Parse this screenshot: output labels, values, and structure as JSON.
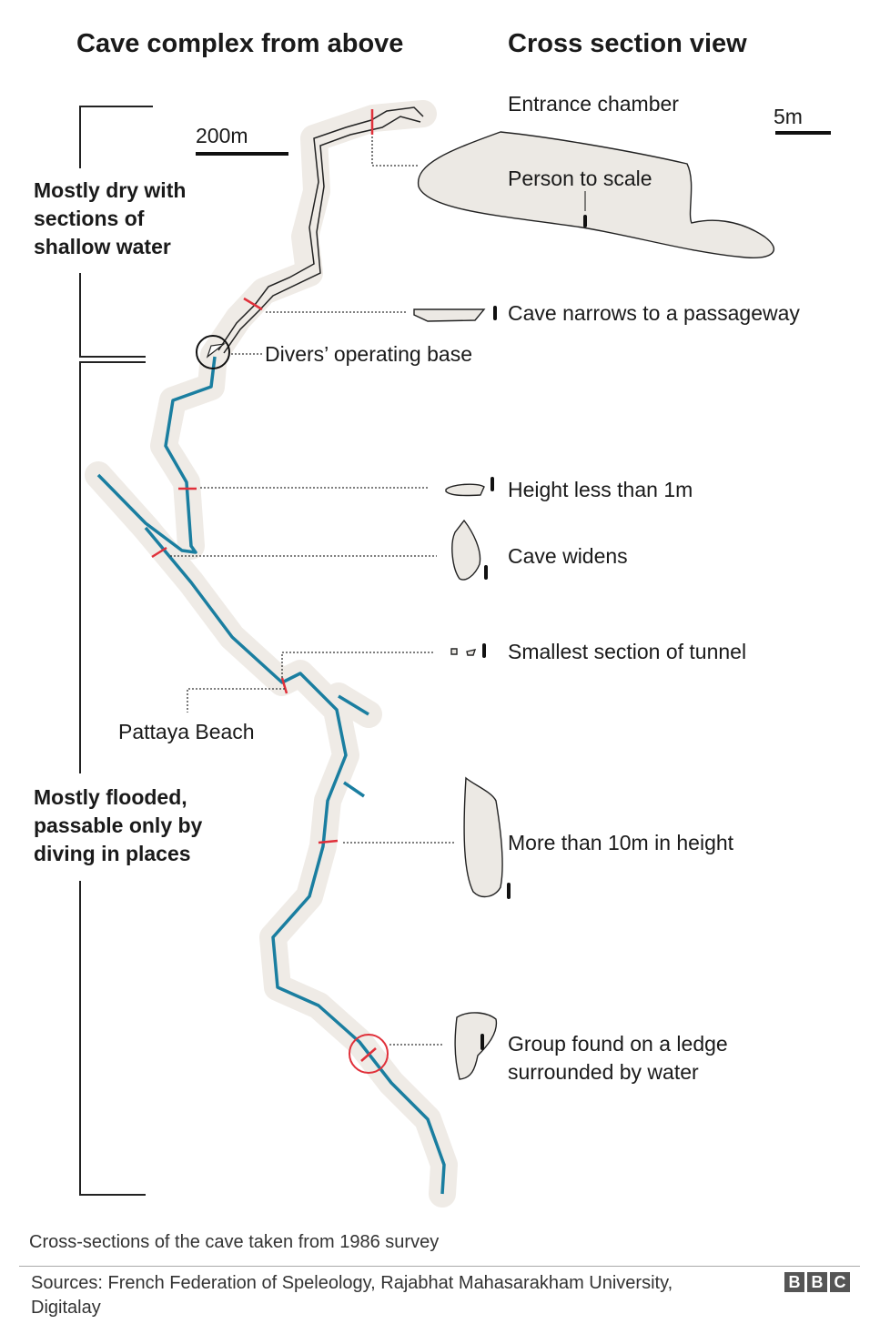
{
  "titles": {
    "left": "Cave complex from above",
    "right": "Cross section view"
  },
  "scales": {
    "map": "200m",
    "section": "5m"
  },
  "zones": {
    "dry": [
      "Mostly dry with",
      "sections of",
      "shallow water"
    ],
    "flooded": [
      "Mostly flooded,",
      "passable only by",
      "diving in places"
    ]
  },
  "labels": {
    "entrance": "Entrance chamber",
    "person": "Person to scale",
    "narrows": "Cave narrows to a passageway",
    "base": "Divers’ operating base",
    "height1m": "Height less than 1m",
    "widens": "Cave widens",
    "smallest": "Smallest section of tunnel",
    "pattaya": "Pattaya Beach",
    "tall": "More than 10m in height",
    "group": [
      "Group found on a ledge",
      "surrounded by water"
    ]
  },
  "caption": "Cross-sections of the cave taken from 1986 survey",
  "sources": [
    "Sources: French Federation of Speleology, Rajabhat Mahasarakham University,",
    "Digitalay"
  ],
  "logo": [
    "B",
    "B",
    "C"
  ],
  "colors": {
    "water": "#1a7ea0",
    "marker": "#e0303a",
    "halo": "#efebe6",
    "section": "#ece9e4"
  }
}
